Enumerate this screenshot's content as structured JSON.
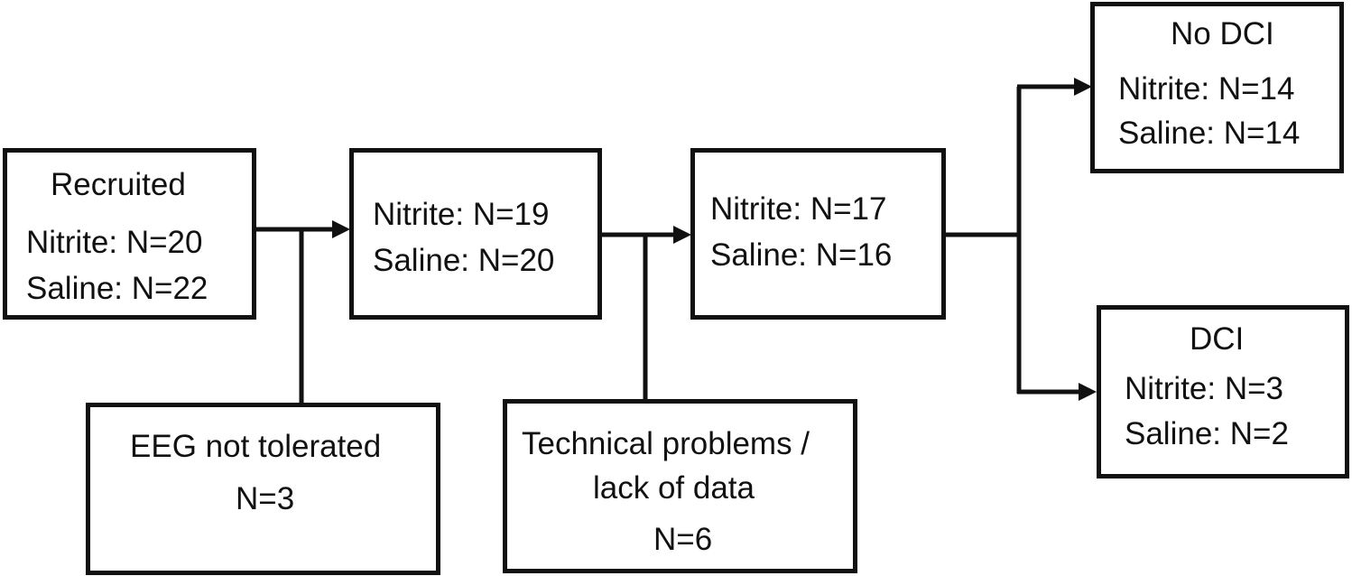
{
  "recruited": {
    "title": "Recruited",
    "nitrite": "Nitrite: N=20",
    "saline": "Saline: N=22"
  },
  "stage2": {
    "nitrite": "Nitrite: N=19",
    "saline": "Saline: N=20"
  },
  "stage3": {
    "nitrite": "Nitrite: N=17",
    "saline": "Saline: N=16"
  },
  "no_dci": {
    "title": "No DCI",
    "nitrite": "Nitrite: N=14",
    "saline": "Saline: N=14"
  },
  "dci": {
    "title": "DCI",
    "nitrite": "Nitrite: N=3",
    "saline": "Saline: N=2"
  },
  "exclusion_eeg": {
    "line1": "EEG not tolerated",
    "line2": "N=3"
  },
  "exclusion_technical": {
    "line1": "Technical problems /",
    "line2": "lack of data",
    "line3": "N=6"
  },
  "colors": {
    "line": "#111111",
    "background": "#ffffff"
  }
}
